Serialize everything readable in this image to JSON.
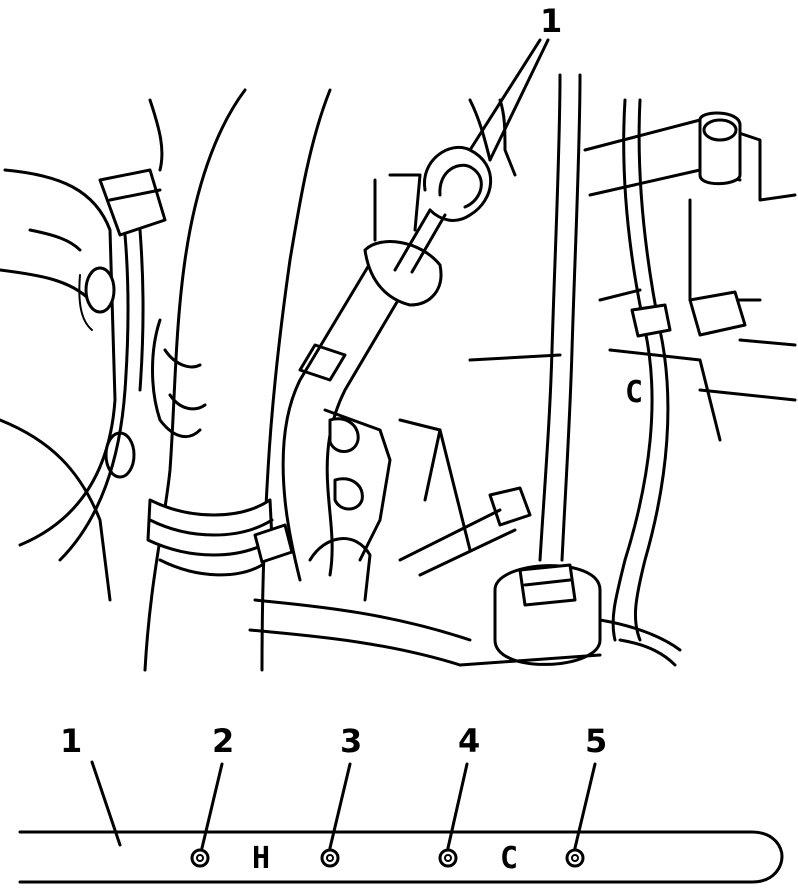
{
  "top_figure": {
    "callouts": [
      {
        "id": "dipstick",
        "label": "1"
      }
    ],
    "markings": [
      {
        "id": "engine-c-mark",
        "label": "C"
      }
    ]
  },
  "bottom_figure": {
    "callouts": [
      {
        "id": "stick",
        "label": "1"
      },
      {
        "id": "hole-2",
        "label": "2"
      },
      {
        "id": "hole-3",
        "label": "3"
      },
      {
        "id": "hole-4",
        "label": "4"
      },
      {
        "id": "hole-5",
        "label": "5"
      }
    ],
    "markings": [
      {
        "id": "hot",
        "label": "H"
      },
      {
        "id": "cold",
        "label": "C"
      }
    ]
  }
}
